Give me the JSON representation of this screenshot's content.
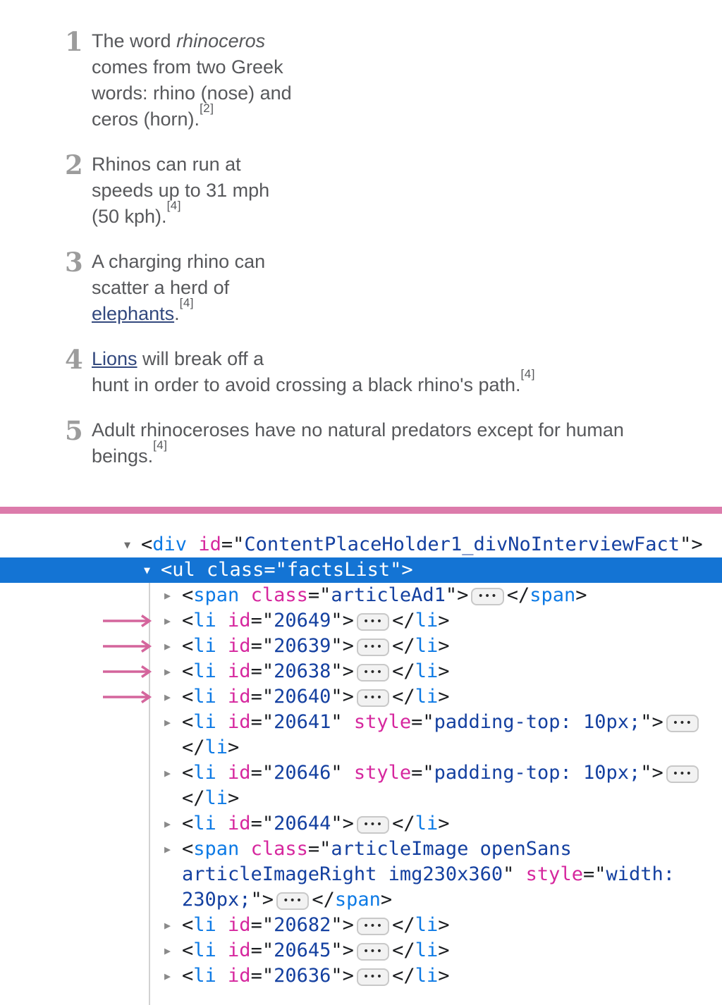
{
  "colors": {
    "divider_pink": "#dc7bab",
    "annotation_arrow_pink": "#d4659c",
    "selection_blue": "#1474d4",
    "tag_blue": "#0d7ae5",
    "attribute_magenta": "#d6279e",
    "value_navy": "#1440a0",
    "link_navy": "#33497e",
    "body_text_gray": "#57585b",
    "number_gray": "#9c9c9c"
  },
  "facts_panel": {
    "facts": [
      {
        "number": "1",
        "lines": [
          [
            {
              "t": "The word "
            },
            {
              "t": "rhinoceros",
              "style": "italic"
            }
          ],
          [
            {
              "t": "comes from two Greek"
            }
          ],
          [
            {
              "t": "words: rhino (nose) and"
            }
          ],
          [
            {
              "t": "ceros (horn)."
            },
            {
              "t": "[2]",
              "style": "sup"
            }
          ]
        ]
      },
      {
        "number": "2",
        "lines": [
          [
            {
              "t": "Rhinos can run at"
            }
          ],
          [
            {
              "t": "speeds up to 31 mph"
            }
          ],
          [
            {
              "t": "(50 kph)."
            },
            {
              "t": "[4]",
              "style": "sup"
            }
          ]
        ]
      },
      {
        "number": "3",
        "lines": [
          [
            {
              "t": "A charging rhino can"
            }
          ],
          [
            {
              "t": "scatter a herd of"
            }
          ],
          [
            {
              "t": "elephants",
              "style": "link",
              "name": "elephants-link"
            },
            {
              "t": "."
            },
            {
              "t": "[4]",
              "style": "sup"
            }
          ]
        ]
      },
      {
        "number": "4",
        "lines": [
          [
            {
              "t": "Lions",
              "style": "link",
              "name": "lions-link"
            },
            {
              "t": " will break off a"
            }
          ],
          [
            {
              "t": "hunt in order to avoid crossing a black rhino's path."
            },
            {
              "t": "[4]",
              "style": "sup"
            }
          ]
        ]
      },
      {
        "number": "5",
        "lines": [
          [
            {
              "t": "Adult rhinoceroses have no natural predators except for human"
            }
          ],
          [
            {
              "t": "beings."
            },
            {
              "t": "[4]",
              "style": "sup"
            }
          ]
        ]
      }
    ]
  },
  "devtools": {
    "badge_glyph": "•••",
    "collapsed_arrow_glyph": "▶",
    "expanded_arrow_glyph": "▼",
    "rows": [
      {
        "level": 0,
        "arrow": "expanded",
        "lines": [
          [
            {
              "c": "p",
              "t": "<"
            },
            {
              "c": "t",
              "t": "div"
            },
            {
              "c": "p",
              "t": " "
            },
            {
              "c": "a",
              "t": "id"
            },
            {
              "c": "p",
              "t": "=\""
            },
            {
              "c": "v",
              "t": "ContentPlaceHolder1_divNoInterviewFact"
            },
            {
              "c": "p",
              "t": "\">"
            }
          ]
        ]
      },
      {
        "level": 1,
        "arrow": "expanded",
        "selected": true,
        "lines": [
          [
            {
              "c": "p",
              "t": "<"
            },
            {
              "c": "t",
              "t": "ul"
            },
            {
              "c": "p",
              "t": " "
            },
            {
              "c": "a",
              "t": "class"
            },
            {
              "c": "p",
              "t": "=\""
            },
            {
              "c": "v",
              "t": "factsList"
            },
            {
              "c": "p",
              "t": "\">"
            }
          ]
        ]
      },
      {
        "level": 2,
        "arrow": "collapsed",
        "lines": [
          [
            {
              "c": "p",
              "t": "<"
            },
            {
              "c": "t",
              "t": "span"
            },
            {
              "c": "p",
              "t": " "
            },
            {
              "c": "a",
              "t": "class"
            },
            {
              "c": "p",
              "t": "=\""
            },
            {
              "c": "v",
              "t": "articleAd1"
            },
            {
              "c": "p",
              "t": "\">"
            },
            {
              "c": "b"
            },
            {
              "c": "p",
              "t": "</"
            },
            {
              "c": "t",
              "t": "span"
            },
            {
              "c": "p",
              "t": ">"
            }
          ]
        ]
      },
      {
        "level": 2,
        "arrow": "collapsed",
        "annotated": true,
        "lines": [
          [
            {
              "c": "p",
              "t": "<"
            },
            {
              "c": "t",
              "t": "li"
            },
            {
              "c": "p",
              "t": " "
            },
            {
              "c": "a",
              "t": "id"
            },
            {
              "c": "p",
              "t": "=\""
            },
            {
              "c": "v",
              "t": "20649"
            },
            {
              "c": "p",
              "t": "\">"
            },
            {
              "c": "b"
            },
            {
              "c": "p",
              "t": "</"
            },
            {
              "c": "t",
              "t": "li"
            },
            {
              "c": "p",
              "t": ">"
            }
          ]
        ]
      },
      {
        "level": 2,
        "arrow": "collapsed",
        "annotated": true,
        "lines": [
          [
            {
              "c": "p",
              "t": "<"
            },
            {
              "c": "t",
              "t": "li"
            },
            {
              "c": "p",
              "t": " "
            },
            {
              "c": "a",
              "t": "id"
            },
            {
              "c": "p",
              "t": "=\""
            },
            {
              "c": "v",
              "t": "20639"
            },
            {
              "c": "p",
              "t": "\">"
            },
            {
              "c": "b"
            },
            {
              "c": "p",
              "t": "</"
            },
            {
              "c": "t",
              "t": "li"
            },
            {
              "c": "p",
              "t": ">"
            }
          ]
        ]
      },
      {
        "level": 2,
        "arrow": "collapsed",
        "annotated": true,
        "lines": [
          [
            {
              "c": "p",
              "t": "<"
            },
            {
              "c": "t",
              "t": "li"
            },
            {
              "c": "p",
              "t": " "
            },
            {
              "c": "a",
              "t": "id"
            },
            {
              "c": "p",
              "t": "=\""
            },
            {
              "c": "v",
              "t": "20638"
            },
            {
              "c": "p",
              "t": "\">"
            },
            {
              "c": "b"
            },
            {
              "c": "p",
              "t": "</"
            },
            {
              "c": "t",
              "t": "li"
            },
            {
              "c": "p",
              "t": ">"
            }
          ]
        ]
      },
      {
        "level": 2,
        "arrow": "collapsed",
        "annotated": true,
        "lines": [
          [
            {
              "c": "p",
              "t": "<"
            },
            {
              "c": "t",
              "t": "li"
            },
            {
              "c": "p",
              "t": " "
            },
            {
              "c": "a",
              "t": "id"
            },
            {
              "c": "p",
              "t": "=\""
            },
            {
              "c": "v",
              "t": "20640"
            },
            {
              "c": "p",
              "t": "\">"
            },
            {
              "c": "b"
            },
            {
              "c": "p",
              "t": "</"
            },
            {
              "c": "t",
              "t": "li"
            },
            {
              "c": "p",
              "t": ">"
            }
          ]
        ]
      },
      {
        "level": 2,
        "arrow": "collapsed",
        "lines": [
          [
            {
              "c": "p",
              "t": "<"
            },
            {
              "c": "t",
              "t": "li"
            },
            {
              "c": "p",
              "t": " "
            },
            {
              "c": "a",
              "t": "id"
            },
            {
              "c": "p",
              "t": "=\""
            },
            {
              "c": "v",
              "t": "20641"
            },
            {
              "c": "p",
              "t": "\" "
            },
            {
              "c": "a",
              "t": "style"
            },
            {
              "c": "p",
              "t": "=\""
            },
            {
              "c": "v",
              "t": "padding-top: 10px;"
            },
            {
              "c": "p",
              "t": "\">"
            },
            {
              "c": "b"
            }
          ],
          [
            {
              "c": "p",
              "t": "</"
            },
            {
              "c": "t",
              "t": "li"
            },
            {
              "c": "p",
              "t": ">"
            }
          ]
        ]
      },
      {
        "level": 2,
        "arrow": "collapsed",
        "lines": [
          [
            {
              "c": "p",
              "t": "<"
            },
            {
              "c": "t",
              "t": "li"
            },
            {
              "c": "p",
              "t": " "
            },
            {
              "c": "a",
              "t": "id"
            },
            {
              "c": "p",
              "t": "=\""
            },
            {
              "c": "v",
              "t": "20646"
            },
            {
              "c": "p",
              "t": "\" "
            },
            {
              "c": "a",
              "t": "style"
            },
            {
              "c": "p",
              "t": "=\""
            },
            {
              "c": "v",
              "t": "padding-top: 10px;"
            },
            {
              "c": "p",
              "t": "\">"
            },
            {
              "c": "b"
            }
          ],
          [
            {
              "c": "p",
              "t": "</"
            },
            {
              "c": "t",
              "t": "li"
            },
            {
              "c": "p",
              "t": ">"
            }
          ]
        ]
      },
      {
        "level": 2,
        "arrow": "collapsed",
        "lines": [
          [
            {
              "c": "p",
              "t": "<"
            },
            {
              "c": "t",
              "t": "li"
            },
            {
              "c": "p",
              "t": " "
            },
            {
              "c": "a",
              "t": "id"
            },
            {
              "c": "p",
              "t": "=\""
            },
            {
              "c": "v",
              "t": "20644"
            },
            {
              "c": "p",
              "t": "\">"
            },
            {
              "c": "b"
            },
            {
              "c": "p",
              "t": "</"
            },
            {
              "c": "t",
              "t": "li"
            },
            {
              "c": "p",
              "t": ">"
            }
          ]
        ]
      },
      {
        "level": 2,
        "arrow": "collapsed",
        "lines": [
          [
            {
              "c": "p",
              "t": "<"
            },
            {
              "c": "t",
              "t": "span"
            },
            {
              "c": "p",
              "t": " "
            },
            {
              "c": "a",
              "t": "class"
            },
            {
              "c": "p",
              "t": "=\""
            },
            {
              "c": "v",
              "t": "articleImage openSans"
            }
          ],
          [
            {
              "c": "v",
              "t": "articleImageRight img230x360"
            },
            {
              "c": "p",
              "t": "\" "
            },
            {
              "c": "a",
              "t": "style"
            },
            {
              "c": "p",
              "t": "=\""
            },
            {
              "c": "v",
              "t": "width:"
            }
          ],
          [
            {
              "c": "v",
              "t": "230px;"
            },
            {
              "c": "p",
              "t": "\">"
            },
            {
              "c": "b"
            },
            {
              "c": "p",
              "t": "</"
            },
            {
              "c": "t",
              "t": "span"
            },
            {
              "c": "p",
              "t": ">"
            }
          ]
        ]
      },
      {
        "level": 2,
        "arrow": "collapsed",
        "lines": [
          [
            {
              "c": "p",
              "t": "<"
            },
            {
              "c": "t",
              "t": "li"
            },
            {
              "c": "p",
              "t": " "
            },
            {
              "c": "a",
              "t": "id"
            },
            {
              "c": "p",
              "t": "=\""
            },
            {
              "c": "v",
              "t": "20682"
            },
            {
              "c": "p",
              "t": "\">"
            },
            {
              "c": "b"
            },
            {
              "c": "p",
              "t": "</"
            },
            {
              "c": "t",
              "t": "li"
            },
            {
              "c": "p",
              "t": ">"
            }
          ]
        ]
      },
      {
        "level": 2,
        "arrow": "collapsed",
        "lines": [
          [
            {
              "c": "p",
              "t": "<"
            },
            {
              "c": "t",
              "t": "li"
            },
            {
              "c": "p",
              "t": " "
            },
            {
              "c": "a",
              "t": "id"
            },
            {
              "c": "p",
              "t": "=\""
            },
            {
              "c": "v",
              "t": "20645"
            },
            {
              "c": "p",
              "t": "\">"
            },
            {
              "c": "b"
            },
            {
              "c": "p",
              "t": "</"
            },
            {
              "c": "t",
              "t": "li"
            },
            {
              "c": "p",
              "t": ">"
            }
          ]
        ]
      },
      {
        "level": 2,
        "arrow": "collapsed",
        "lines": [
          [
            {
              "c": "p",
              "t": "<"
            },
            {
              "c": "t",
              "t": "li"
            },
            {
              "c": "p",
              "t": " "
            },
            {
              "c": "a",
              "t": "id"
            },
            {
              "c": "p",
              "t": "=\""
            },
            {
              "c": "v",
              "t": "20636"
            },
            {
              "c": "p",
              "t": "\">"
            },
            {
              "c": "b"
            },
            {
              "c": "p",
              "t": "</"
            },
            {
              "c": "t",
              "t": "li"
            },
            {
              "c": "p",
              "t": ">"
            }
          ]
        ]
      }
    ]
  }
}
